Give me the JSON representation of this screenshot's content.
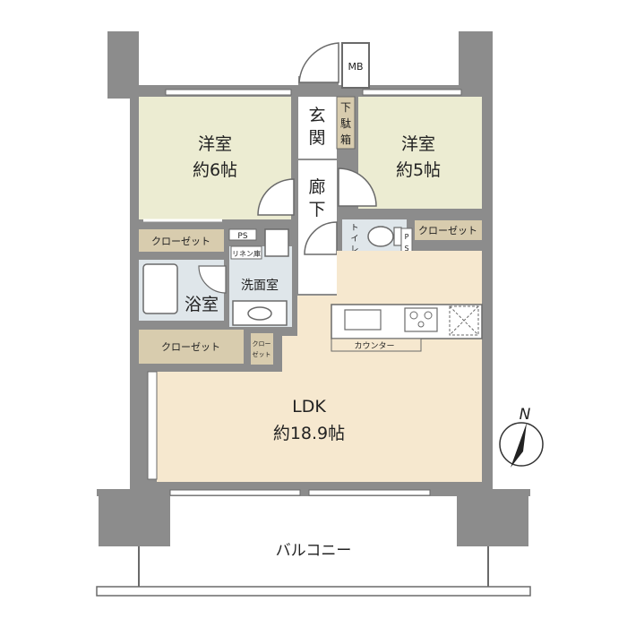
{
  "colors": {
    "wall": "#8c8c8c",
    "wall_edge": "#6a6a6a",
    "bedroom": "#ececd2",
    "ldk": "#f6e8cf",
    "closet": "#d8ccae",
    "wet": "#dfe6ea",
    "hall": "#ffffff",
    "fixture": "#ffffff"
  },
  "rooms": {
    "bedroom_left_name": "洋室",
    "bedroom_left_size": "約6帖",
    "bedroom_right_name": "洋室",
    "bedroom_right_size": "約5帖",
    "entrance_1": "玄",
    "entrance_2": "関",
    "corridor_1": "廊",
    "corridor_2": "下",
    "shoe_1": "下",
    "shoe_2": "駄",
    "shoe_3": "箱",
    "mb": "MB",
    "ps_left": "PS",
    "ps_right_1": "P",
    "ps_right_2": "S",
    "closet_left": "クローゼット",
    "closet_right": "クローゼット",
    "closet_bottom": "クローゼット",
    "closet_small_1": "クロー",
    "closet_small_2": "ゼット",
    "linen": "リネン庫",
    "toilet_1": "ト",
    "toilet_2": "イ",
    "toilet_3": "レ",
    "bath": "浴室",
    "washroom": "洗面室",
    "counter": "カウンター",
    "ldk_name": "LDK",
    "ldk_size": "約18.9帖",
    "balcony": "バルコニー"
  },
  "compass": {
    "label": "N",
    "icon": "north-arrow-icon"
  }
}
